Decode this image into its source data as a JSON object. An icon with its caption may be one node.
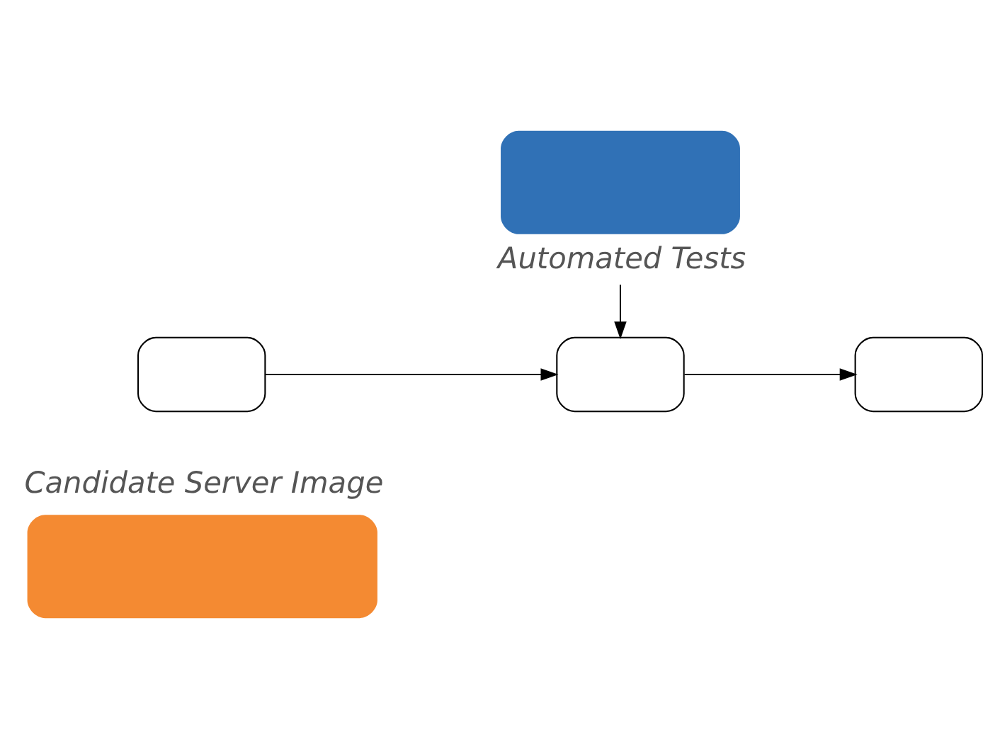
{
  "diagram": {
    "nodes": [
      {
        "text": [
          "Candidate Server Image"
        ]
      },
      {
        "text": [],
        "shape": "box"
      },
      {
        "text": [],
        "shape": "box"
      },
      {
        "text": [],
        "shape": "box"
      },
      {
        "text": [
          "Automated Tests"
        ]
      }
    ],
    "edges": [
      {
        "from": 1,
        "to": 2,
        "arrow": "to"
      },
      {
        "from": 2,
        "to": 3,
        "arrow": "to"
      },
      {
        "from": 4,
        "to": 2,
        "arrow": "to"
      }
    ]
  }
}
